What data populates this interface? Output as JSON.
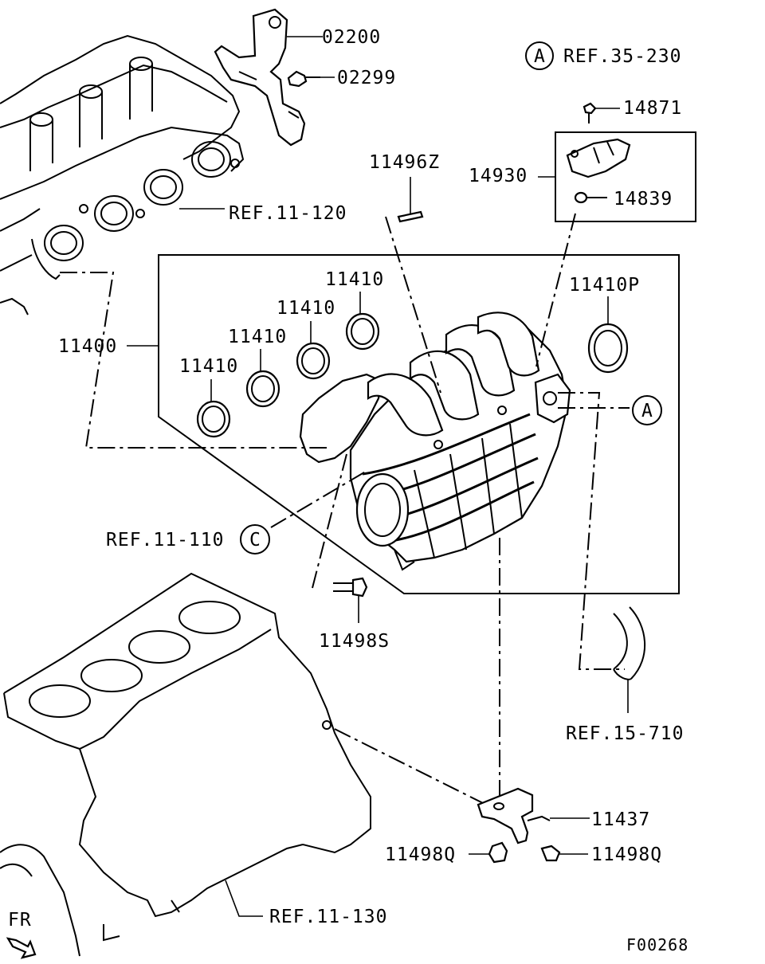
{
  "labels": {
    "p02200": "02200",
    "p02299": "02299",
    "ref35": "REF.35-230",
    "callout_a": "A",
    "p14871": "14871",
    "p14930": "14930",
    "p14839": "14839",
    "p11496z": "11496Z",
    "ref11_120": "REF.11-120",
    "p11410p": "11410P",
    "p11410_1": "11410",
    "p11410_2": "11410",
    "p11410_3": "11410",
    "p11410_4": "11410",
    "p11400": "11400",
    "callout_a2": "A",
    "ref11_110": "REF.11-110",
    "callout_c": "C",
    "p11498s": "11498S",
    "ref15_710": "REF.15-710",
    "p11437": "11437",
    "p11498q_left": "11498Q",
    "p11498q_right": "11498Q",
    "ref11_130": "REF.11-130",
    "fr": "FR",
    "figure_id": "F00268"
  },
  "icons": [
    "cylinder-head",
    "intake-manifold",
    "gaskets",
    "sensor",
    "bracket",
    "bolts",
    "engine-block",
    "hose",
    "front-arrow"
  ]
}
